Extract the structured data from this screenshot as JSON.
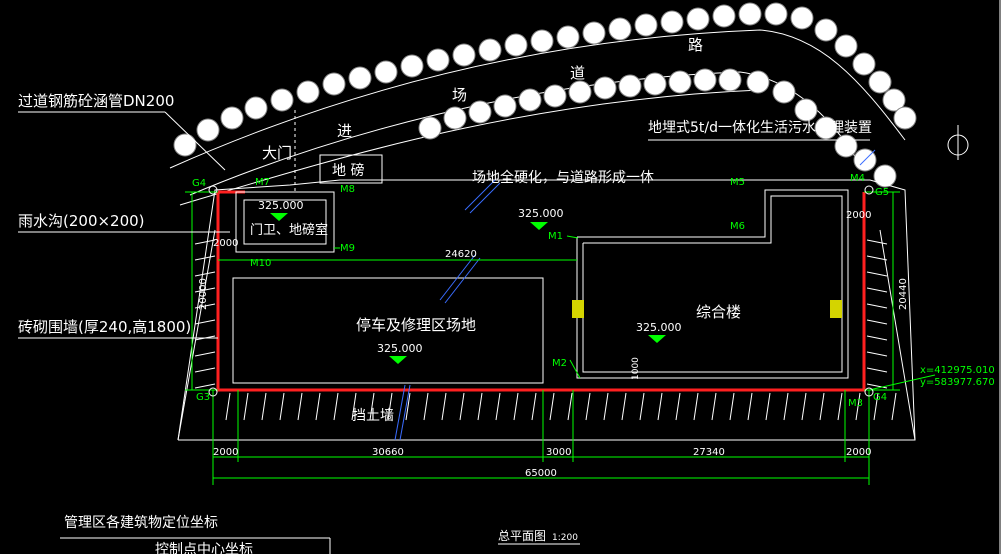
{
  "drawing": {
    "labels": {
      "culvert": "过道钢筋砼涵管DN200",
      "road_chars": [
        "进",
        "场",
        "道",
        "路"
      ],
      "gate": "大门",
      "weighbridge": "地  磅",
      "paving": "场地全硬化，与道路形成一体",
      "sewage": "地埋式5t/d一体化生活污水处理装置",
      "drain": "雨水沟(200×200)",
      "wall": "砖砌围墙(厚240,高1800)",
      "guardroom": "门卫、地磅室",
      "parking": "停车及修理区场地",
      "building": "综合楼",
      "retaining": "挡土墙",
      "table_title": "管理区各建筑物定位坐标",
      "table_header": "控制点中心坐标",
      "plan_title": "总平面图",
      "plan_scale": "1:200"
    },
    "elevations": {
      "guard": "325.000",
      "yard": "325.000",
      "parking": "325.000",
      "building": "325.000"
    },
    "points": {
      "M1": "M1",
      "M2": "M2",
      "M3": "M3",
      "M4": "M4",
      "M5": "M5",
      "M6": "M6",
      "M7": "M7",
      "M8": "M8",
      "M9": "M9",
      "M10": "M10",
      "G3": "G3",
      "G4a": "G4",
      "G4b": "G4",
      "G5": "G5"
    },
    "coords": {
      "x": "x=412975.010",
      "y": "y=583977.670"
    },
    "dimensions": {
      "d2000_guard": "2000",
      "d2000_right": "2000",
      "d24620": "24620",
      "d20000": "20000",
      "d20440": "20440",
      "d1000": "1000",
      "b2000_left": "2000",
      "b30660": "30660",
      "b3000": "3000",
      "b27340": "27340",
      "b2000_right": "2000",
      "total": "65000"
    },
    "colors": {
      "background": "#000000",
      "lines": "#ffffff",
      "dimensions": "#00ff00",
      "wall": "#ff2020",
      "pipe": "#3a6cff",
      "column": "#d4d400"
    }
  }
}
